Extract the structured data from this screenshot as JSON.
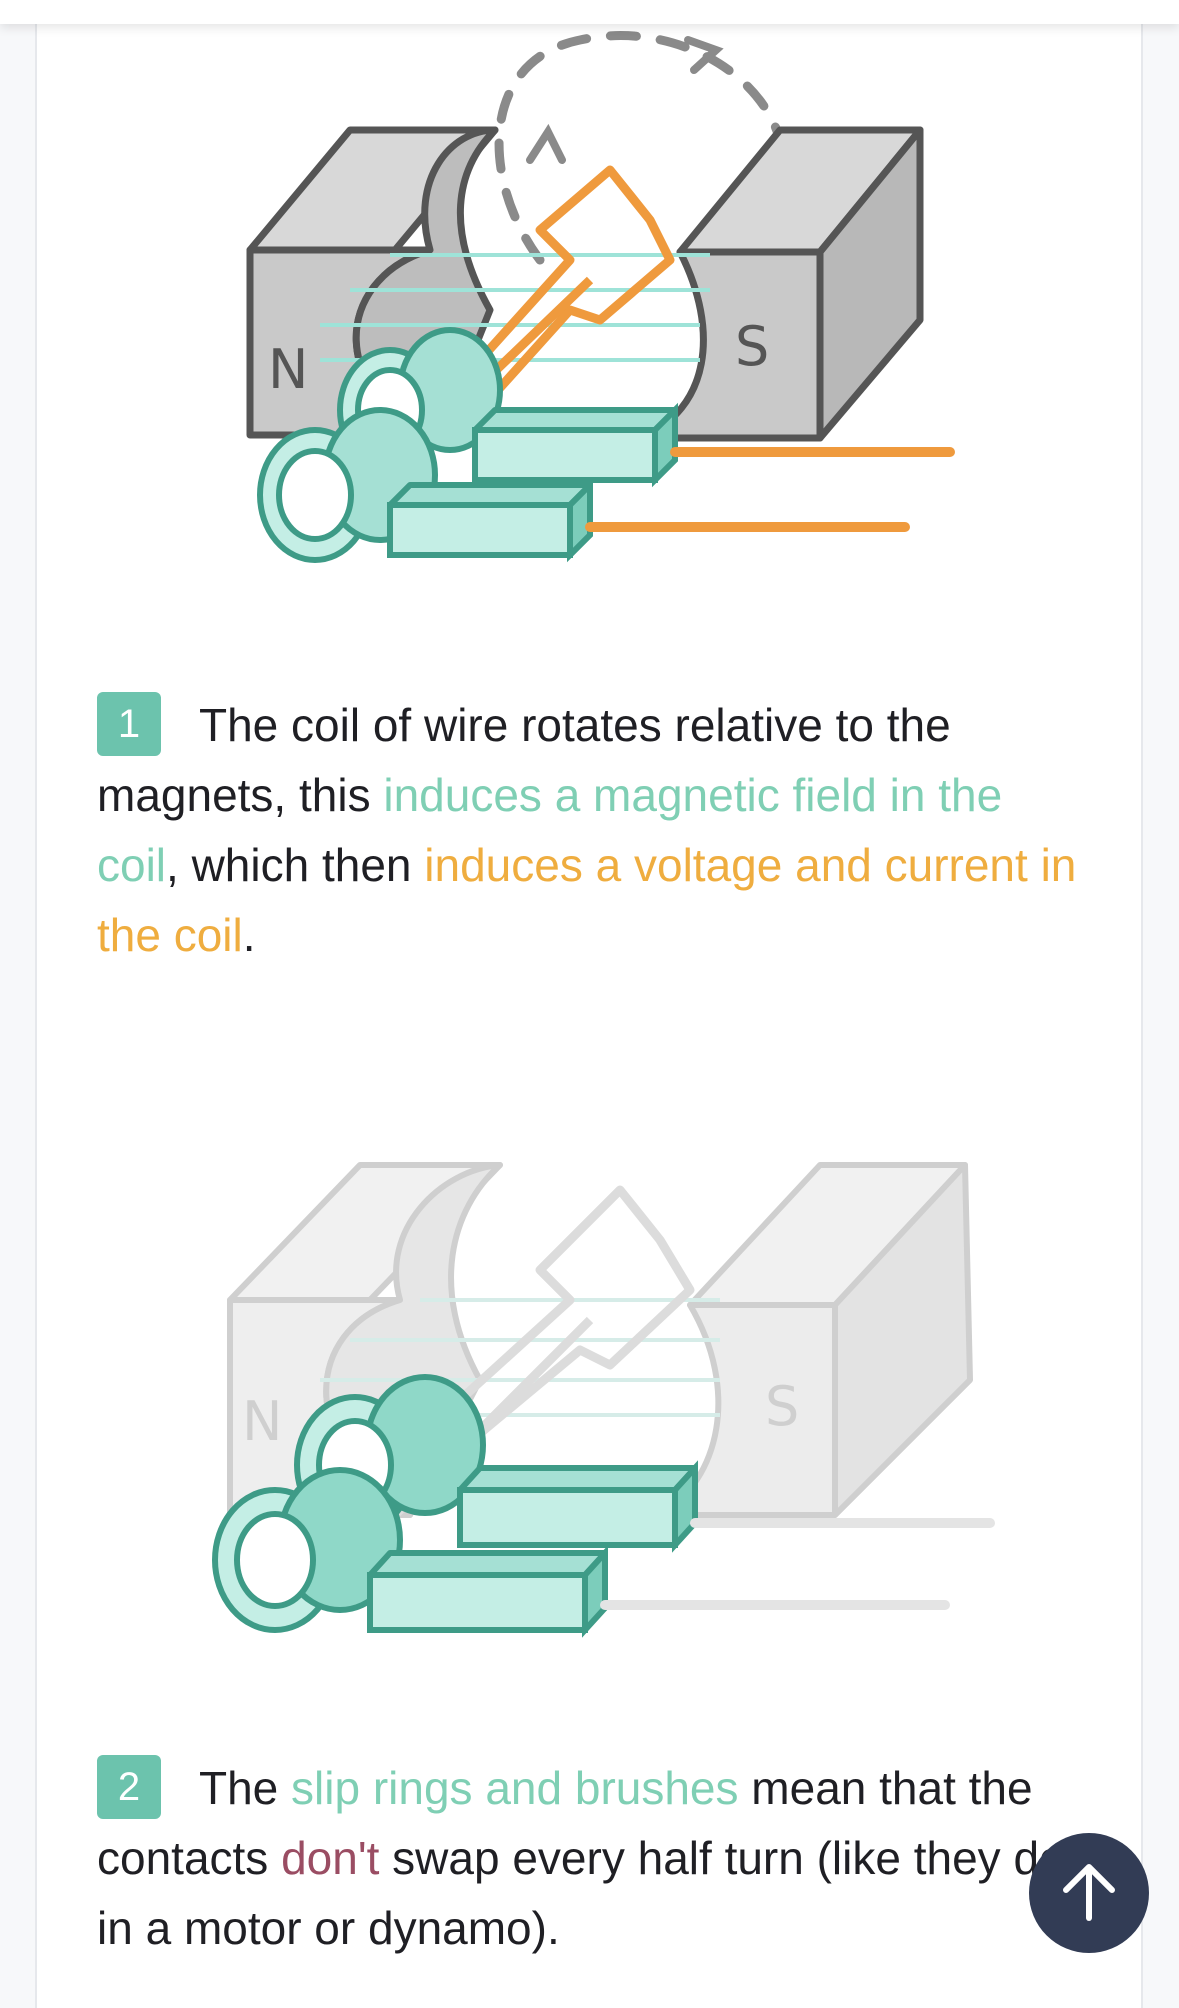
{
  "diagram1": {
    "north_label": "N",
    "south_label": "S"
  },
  "step1": {
    "number": "1",
    "text_a": "The coil of wire rotates relative to the magnets, this ",
    "highlight_green": "induces a magnetic field in the coil",
    "text_b": ", which then ",
    "highlight_orange": "induces a voltage and current in the coil",
    "text_c": "."
  },
  "diagram2": {
    "north_label": "N",
    "south_label": "S"
  },
  "step2": {
    "number": "2",
    "text_a": "The ",
    "highlight_green": "slip rings and brushes",
    "text_b": " mean that the contacts ",
    "highlight_maroon": "don't",
    "text_c": " swap every half turn (like they do in a motor or dynamo)."
  },
  "colors": {
    "accent_green": "#6cc3ad",
    "highlight_green": "#7fcfb4",
    "highlight_orange": "#efad3f",
    "highlight_maroon": "#9a4d63",
    "scroll_button": "#323c55"
  },
  "icons": {
    "scroll_top": "arrow-up-icon"
  }
}
